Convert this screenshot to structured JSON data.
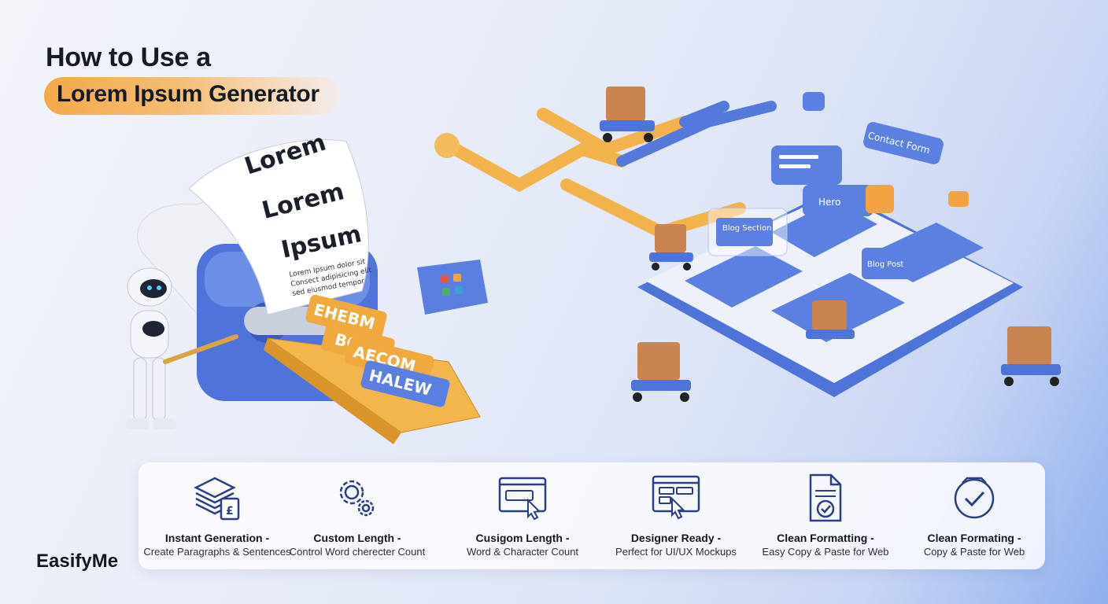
{
  "header": {
    "title_line1": "How to Use a",
    "title_line2": "Lorem Ipsum Generator"
  },
  "brand": "EasifyMe",
  "hero": {
    "paper_lines": [
      "Lorem",
      "Lorem",
      "Ipsum"
    ],
    "paper_small": [
      "Lorem Ipsum dolor sit",
      "Consect adipisicing elit",
      "sed eiusmod tempor"
    ],
    "blocks": [
      "EHEBM",
      "BGDE",
      "AECOM",
      "HALEW"
    ],
    "cards": [
      "Hero",
      "Blog Section",
      "Blog Post",
      "Contact Form"
    ]
  },
  "features": [
    {
      "icon": "stacked-pages-icon",
      "title": "Instant Generation -",
      "subtitle": "Create Paragraphs & Sentences"
    },
    {
      "icon": "gears-icon",
      "title": "Custom Length -",
      "subtitle": "Control Word cherecter Count"
    },
    {
      "icon": "browser-cursor-icon",
      "title": "Cusigom Length -",
      "subtitle": "Word & Character Count"
    },
    {
      "icon": "layout-click-icon",
      "title": "Designer Ready -",
      "subtitle": "Perfect for UI/UX Mockups"
    },
    {
      "icon": "document-check-icon",
      "title": "Clean Formatting -",
      "subtitle": "Easy Copy & Paste for Web"
    },
    {
      "icon": "badge-check-icon",
      "title": "Clean Formating -",
      "subtitle": "Copy & Paste for Web"
    }
  ],
  "colors": {
    "accent_blue": "#4d72d9",
    "accent_orange": "#f2a440",
    "text": "#141820"
  }
}
